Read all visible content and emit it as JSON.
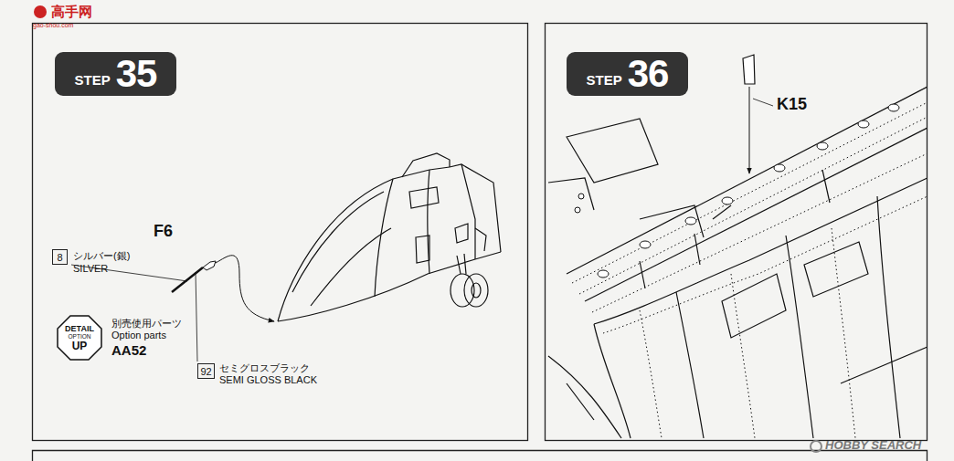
{
  "diagram": {
    "nodes": [
      {
        "text": [
          "STEP",
          "35"
        ]
      },
      {
        "text": [
          "8"
        ]
      },
      {
        "text": [
          "92"
        ]
      },
      {
        "text": [
          "DETAIL",
          "OPTION",
          "UP"
        ]
      },
      {
        "text": [
          "STEP",
          "36"
        ]
      }
    ],
    "labels": [
      "高手网",
      "gao-shou.com",
      "F6",
      "シルバー(銀)",
      "SILVER",
      "別売使用パーツ",
      "Option parts",
      "AA52",
      "セミグロスブラック",
      "SEMI GLOSS BLACK",
      "K15",
      "HOBBY SEARCH"
    ]
  }
}
